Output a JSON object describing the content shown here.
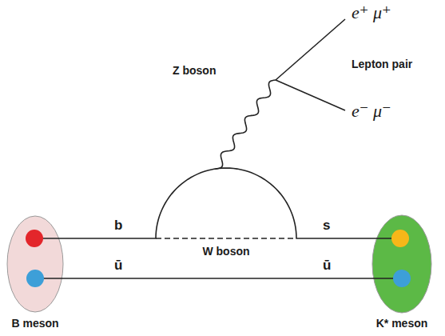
{
  "diagram": {
    "nodes": [
      {
        "text": [
          "B meson"
        ]
      },
      {
        "text": [
          "K* meson"
        ]
      }
    ],
    "edges": [
      {
        "from": 0,
        "to": 1,
        "arrow": "none"
      },
      {
        "from": 0,
        "to": 1,
        "arrow": "none"
      }
    ],
    "labels": [
      "e⁺ μ⁺",
      "Lepton pair",
      "e⁻ μ⁻",
      "Z boson",
      "b",
      "s",
      "W boson",
      "ū",
      "ū"
    ]
  }
}
